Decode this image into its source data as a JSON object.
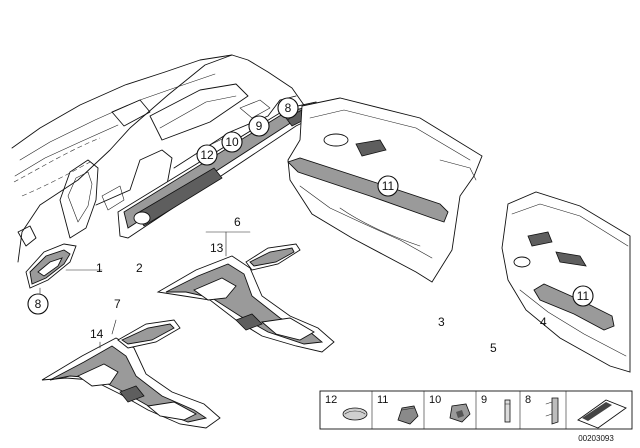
{
  "diagram": {
    "callouts": [
      {
        "id": "c8-top",
        "label": "8"
      },
      {
        "id": "c9",
        "label": "9"
      },
      {
        "id": "c10",
        "label": "10"
      },
      {
        "id": "c12",
        "label": "12"
      },
      {
        "id": "c11-front",
        "label": "11"
      },
      {
        "id": "c11-rear",
        "label": "11"
      },
      {
        "id": "c8-left",
        "label": "8"
      }
    ],
    "part_numbers": [
      {
        "id": "p1",
        "label": "1"
      },
      {
        "id": "p2",
        "label": "2"
      },
      {
        "id": "p3",
        "label": "3"
      },
      {
        "id": "p4",
        "label": "4"
      },
      {
        "id": "p5",
        "label": "5"
      },
      {
        "id": "p6",
        "label": "6"
      },
      {
        "id": "p7",
        "label": "7"
      },
      {
        "id": "p13",
        "label": "13"
      },
      {
        "id": "p14",
        "label": "14"
      }
    ],
    "legend": [
      {
        "label": "12"
      },
      {
        "label": "11"
      },
      {
        "label": "10"
      },
      {
        "label": "9"
      },
      {
        "label": "8"
      }
    ],
    "doc_id": "00203093"
  }
}
